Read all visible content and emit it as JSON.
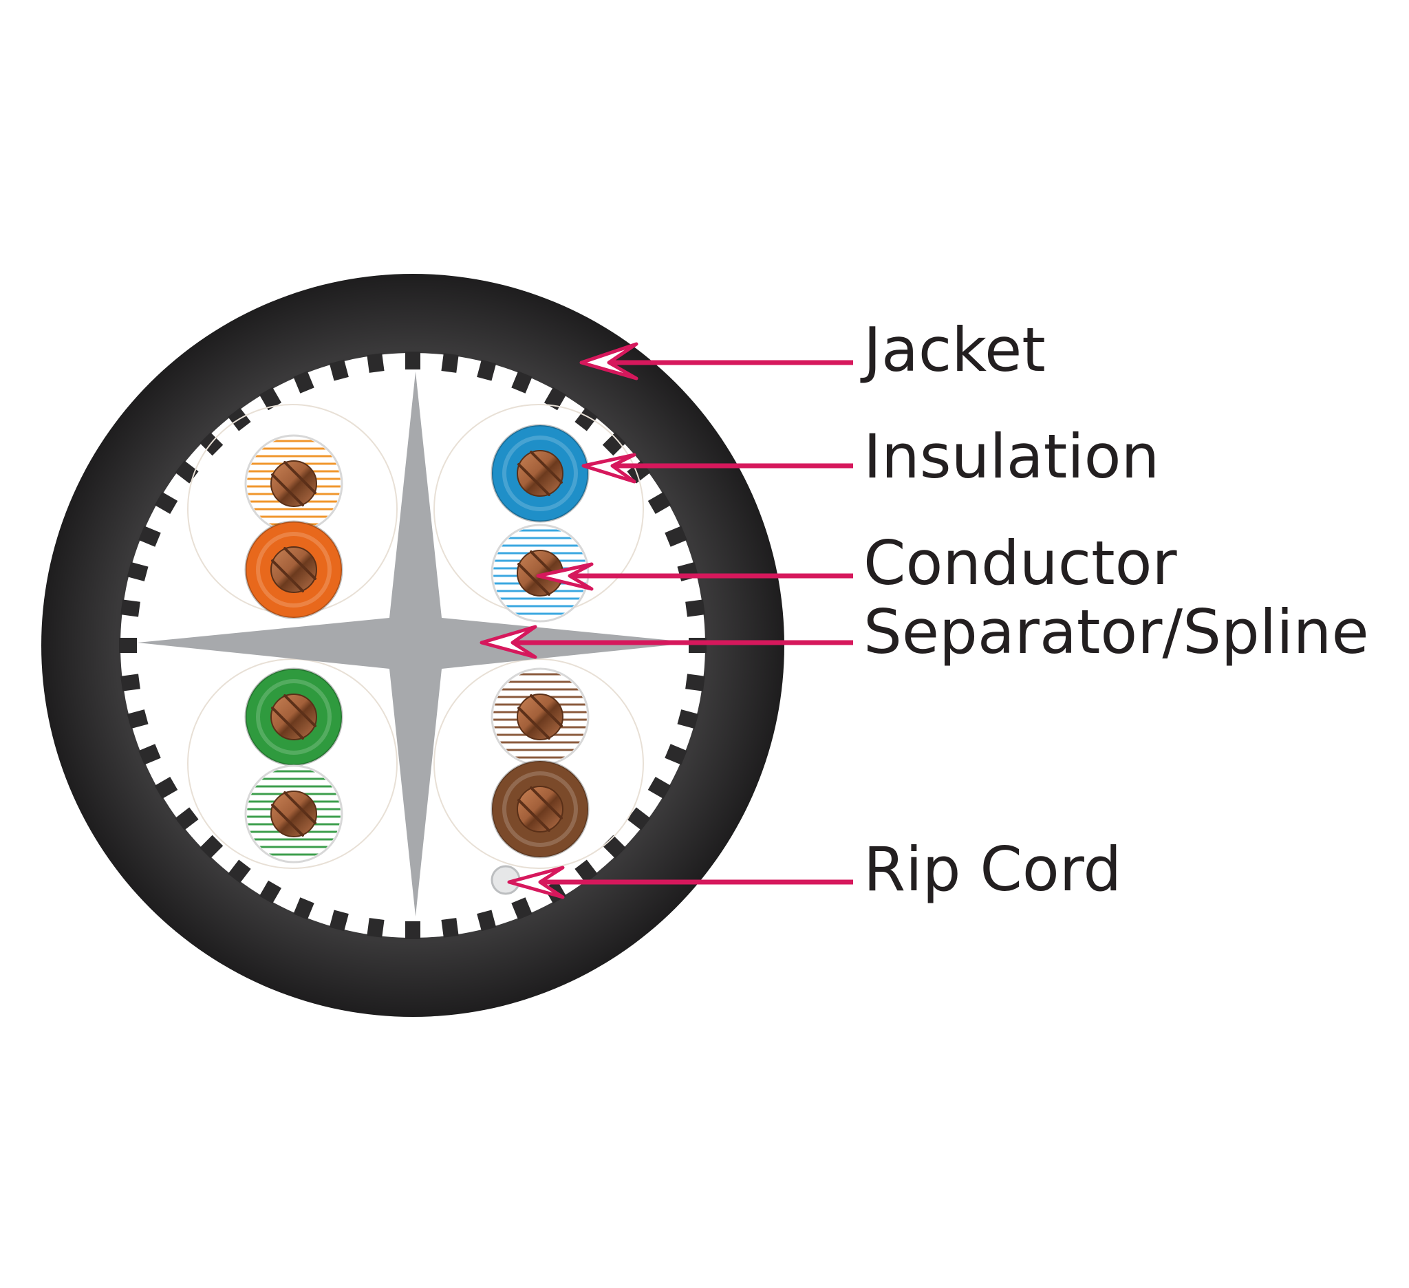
{
  "labels": {
    "jacket": "Jacket",
    "insulation": "Insulation",
    "conductor": "Conductor",
    "separator": "Separator/Spline",
    "rip_cord": "Rip Cord"
  },
  "colors": {
    "jacket": "#2b2a2b",
    "spline": "#a7a9ac",
    "arrow": "#d6185c",
    "conductor": "#a6633a",
    "text": "#231f20"
  },
  "wires": [
    {
      "name": "white-orange",
      "color": "#f0962c",
      "striped": true
    },
    {
      "name": "orange",
      "color": "#e8681c",
      "striped": false
    },
    {
      "name": "blue",
      "color": "#1f8fc8",
      "striped": false
    },
    {
      "name": "white-blue",
      "color": "#3aa7e0",
      "striped": true
    },
    {
      "name": "green",
      "color": "#2f9a3e",
      "striped": false
    },
    {
      "name": "white-green",
      "color": "#3c9e4c",
      "striped": true
    },
    {
      "name": "white-brown",
      "color": "#8a5a3c",
      "striped": true
    },
    {
      "name": "brown",
      "color": "#7b4a2a",
      "striped": false
    }
  ]
}
